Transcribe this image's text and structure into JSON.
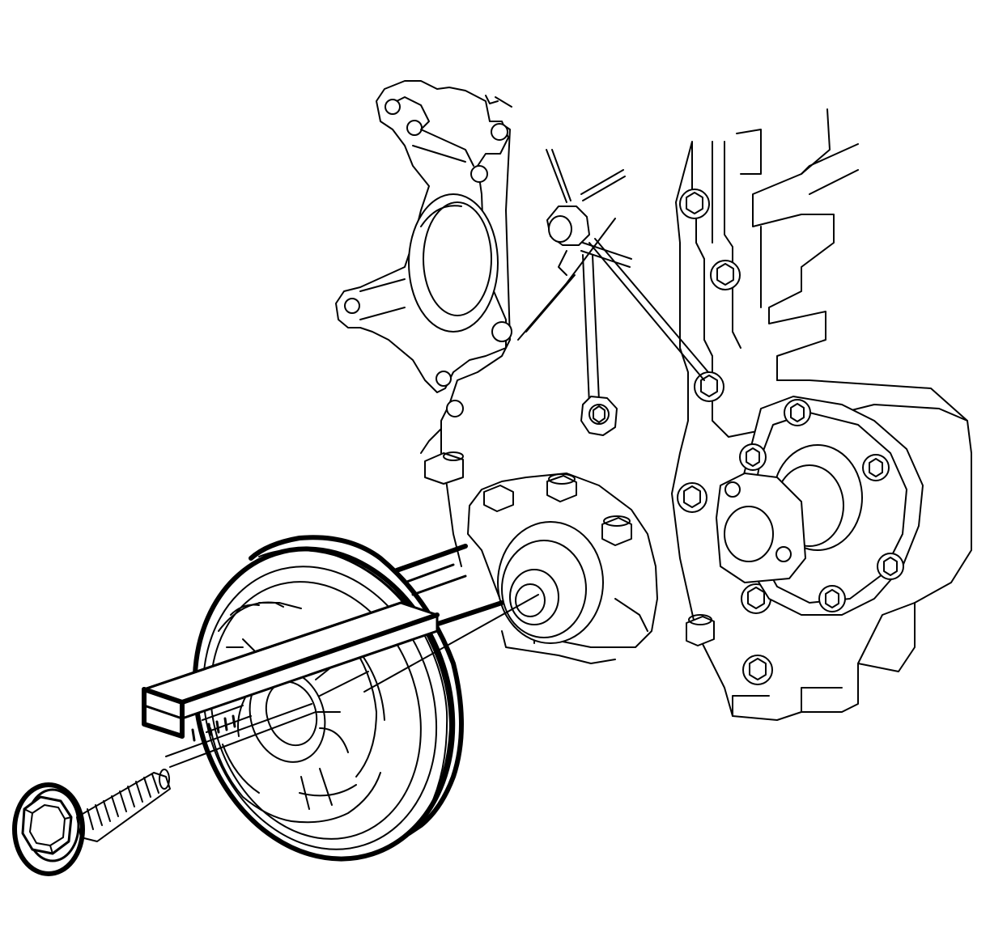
{
  "diagram": {
    "kind": "line-art illustration",
    "parts": [
      "engine-block",
      "front-cover",
      "accessory-bracket",
      "tensioner",
      "oil-pump-housing",
      "crankshaft-pulley",
      "holding-tool",
      "pulley-bolt"
    ],
    "colors": {
      "line": "#000000",
      "background": "#ffffff"
    }
  }
}
